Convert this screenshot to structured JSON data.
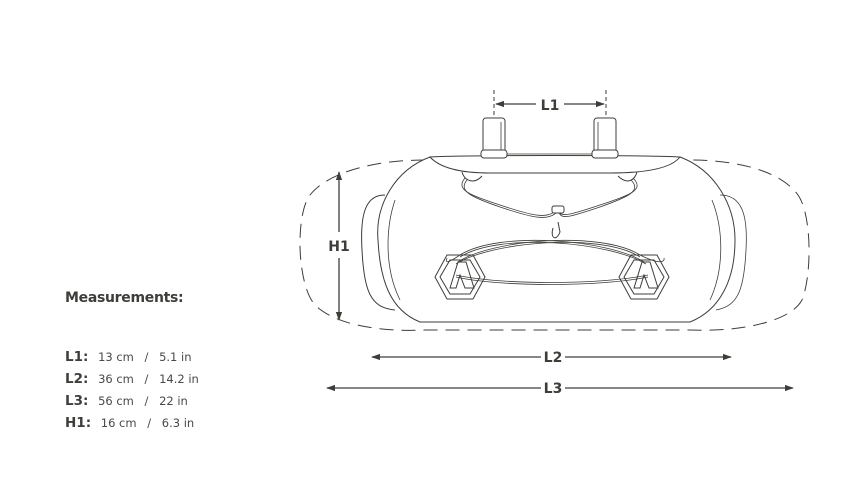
{
  "diagram": {
    "subject": "handlebar bag technical drawing",
    "labels": {
      "l1": "L1",
      "l2": "L2",
      "l3": "L3",
      "h1": "H1"
    },
    "colors": {
      "line": "#3e3d3a",
      "background": "#ffffff"
    }
  },
  "measurements": {
    "title": "Measurements:",
    "rows": [
      {
        "key": "L1:",
        "cm": "13 cm",
        "sep": "/",
        "in": "5.1 in"
      },
      {
        "key": "L2:",
        "cm": "36 cm",
        "sep": "/",
        "in": "14.2 in"
      },
      {
        "key": "L3:",
        "cm": "56 cm",
        "sep": "/",
        "in": "22 in"
      },
      {
        "key": "H1:",
        "cm": "16 cm",
        "sep": "/",
        "in": "6.3 in"
      }
    ]
  }
}
